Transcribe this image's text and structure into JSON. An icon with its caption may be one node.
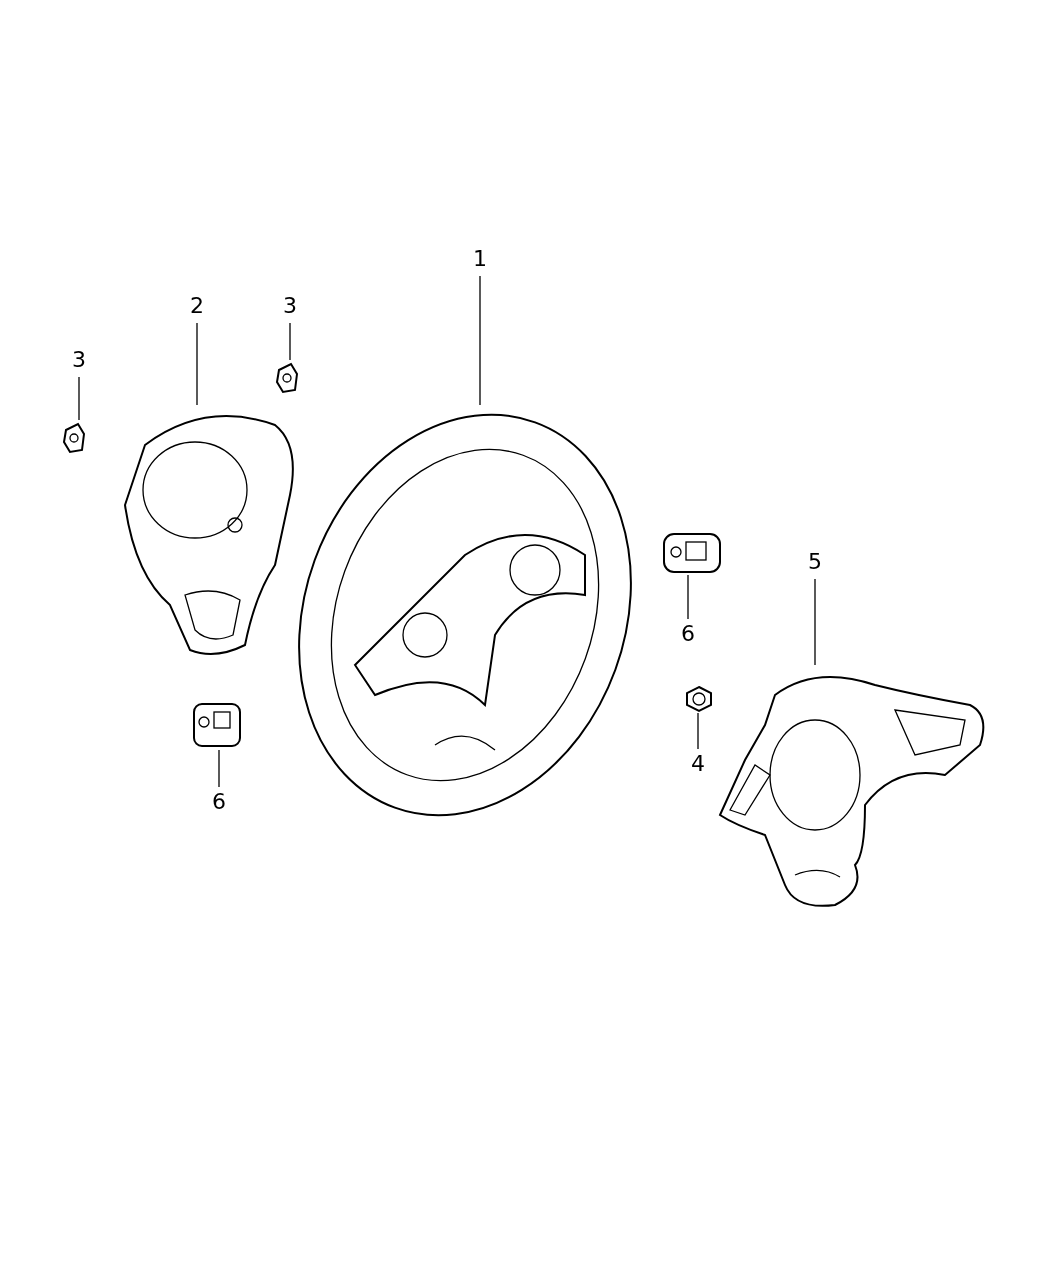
{
  "diagram": {
    "nodes": [
      {
        "text": [
          "1"
        ]
      },
      {
        "text": [
          "2"
        ]
      },
      {
        "text": [
          "3"
        ]
      },
      {
        "text": [
          "3"
        ]
      },
      {
        "text": [
          "5"
        ]
      },
      {
        "text": [
          "6"
        ]
      },
      {
        "text": [
          "4"
        ]
      },
      {
        "text": [
          "6"
        ]
      },
      {
        "text": [],
        "shape": "picture"
      },
      {
        "text": [],
        "shape": "picture"
      },
      {
        "text": [],
        "shape": "picture"
      },
      {
        "text": [],
        "shape": "picture"
      },
      {
        "text": [],
        "shape": "picture"
      },
      {
        "text": [],
        "shape": "picture"
      },
      {
        "text": [],
        "shape": "picture"
      },
      {
        "text": [],
        "shape": "picture"
      }
    ],
    "edges": [
      {
        "from": 0,
        "to": 8,
        "arrow": "none"
      },
      {
        "from": 1,
        "to": 9,
        "arrow": "none"
      },
      {
        "from": 2,
        "to": 10,
        "arrow": "none"
      },
      {
        "from": 3,
        "to": 11,
        "arrow": "none"
      },
      {
        "from": 4,
        "to": 12,
        "arrow": "none"
      },
      {
        "from": 5,
        "to": 13,
        "arrow": "none"
      },
      {
        "from": 6,
        "to": 14,
        "arrow": "none"
      },
      {
        "from": 7,
        "to": 15,
        "arrow": "none"
      }
    ]
  }
}
